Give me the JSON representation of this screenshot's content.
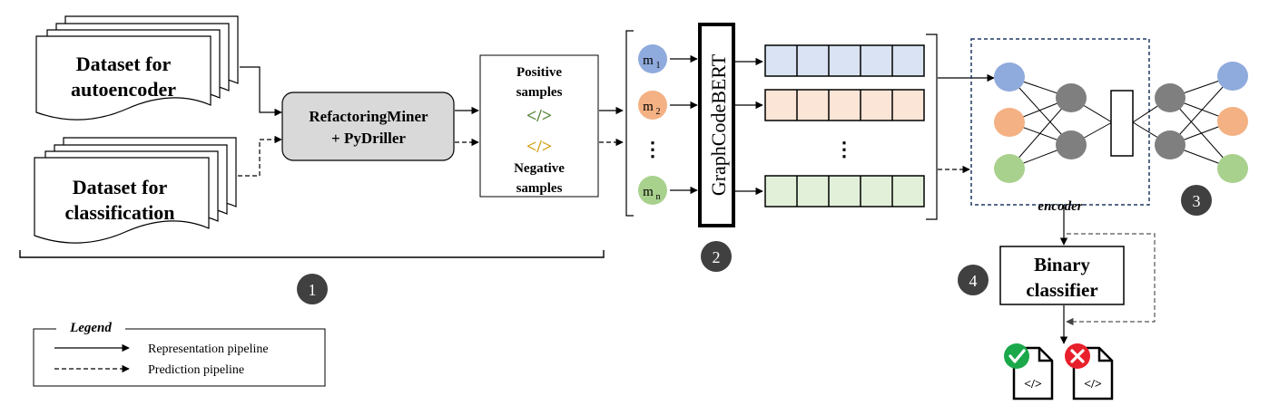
{
  "datasets": {
    "autoencoder_line1": "Dataset for",
    "autoencoder_line2": "autoencoder",
    "classification_line1": "Dataset for",
    "classification_line2": "classification"
  },
  "tool": {
    "line1": "RefactoringMiner",
    "line2": "+ PyDriller"
  },
  "samples": {
    "positive_line1": "Positive",
    "positive_line2": "samples",
    "negative_line1": "Negative",
    "negative_line2": "samples",
    "code_glyph": "</>"
  },
  "methods": {
    "m1": "m",
    "m1_sub": "1",
    "m2": "m",
    "m2_sub": "2",
    "mn": "m",
    "mn_sub": "n",
    "ellipsis": "⋮"
  },
  "model": {
    "name": "GraphCodeBERT",
    "ellipsis": "⋮"
  },
  "encoder_label": "encoder",
  "classifier": {
    "line1": "Binary",
    "line2": "classifier"
  },
  "steps": {
    "s1": "1",
    "s2": "2",
    "s3": "3",
    "s4": "4"
  },
  "legend": {
    "title": "Legend",
    "representation": "Representation pipeline",
    "prediction": "Prediction pipeline"
  },
  "outputs": {
    "positive_icon": "check-icon",
    "negative_icon": "cross-icon",
    "code_glyph": "</>"
  },
  "colors": {
    "blue": "#8faadc",
    "orange": "#f4b183",
    "green": "#a9d18e",
    "gray_node": "#7f7f7f",
    "tool_fill": "#d9d9d9",
    "blue_cell": "#dae3f3",
    "orange_cell": "#fbe5d6",
    "green_cell": "#e2f0d9",
    "badge": "#404040",
    "check": "#1aa84a",
    "cross": "#e8202b",
    "positive_code": "#548235",
    "negative_code": "#d4a017",
    "encoder_border": "#1f3864"
  }
}
